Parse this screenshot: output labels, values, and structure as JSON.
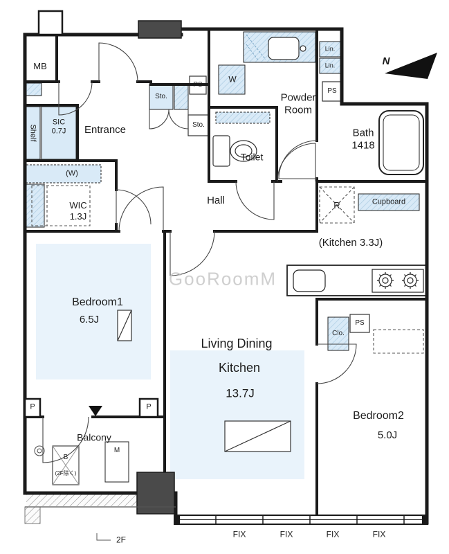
{
  "colors": {
    "wall": "#1a1a1a",
    "fixture_fill": "#d9eaf7",
    "floor_tint": "#e9f3fb",
    "shaft_fill": "#4a4a4a",
    "watermark": "#c7c7c7"
  },
  "compass": {
    "north": "N"
  },
  "watermark": "GooRoomM",
  "rooms": {
    "entrance": {
      "label": "Entrance"
    },
    "hall": {
      "label": "Hall"
    },
    "powder": {
      "line1": "Powder",
      "line2": "Room"
    },
    "toilet": {
      "label": "Toilet"
    },
    "bath": {
      "label": "Bath",
      "size": "1418"
    },
    "sic": {
      "label": "SIC",
      "size": "0.7J"
    },
    "wic": {
      "label": "WIC",
      "size": "1.3J"
    },
    "kitchen": {
      "label": "(Kitchen 3.3J)"
    },
    "bedroom1": {
      "label": "Bedroom1",
      "size": "6.5J"
    },
    "ldk": {
      "line1": "Living Dining",
      "line2": "Kitchen",
      "size": "13.7J"
    },
    "bedroom2": {
      "label": "Bedroom2",
      "size": "5.0J"
    },
    "balcony": {
      "label": "Balcony"
    }
  },
  "fixtures": {
    "mb": "MB",
    "shelf": "Shelf",
    "sto_upper": "Sto.",
    "sto_lower": "Sto.",
    "ps_entrance": "PS",
    "ps_bath": "PS",
    "ps_bedroom2": "PS",
    "washer": "W",
    "washer_alt": "(W)",
    "linen1": "Lin.",
    "linen2": "Lin.",
    "refrigerator": "R",
    "cupboard": "Cupboard",
    "closet": "Clo.",
    "pillar_left": "P",
    "pillar_right": "P",
    "balcony_b": "B",
    "balcony_b_note": "(2F除く)",
    "balcony_m": "M"
  },
  "annotations": {
    "floor": "2F",
    "windows": [
      "FIX",
      "FIX",
      "FIX",
      "FIX"
    ]
  }
}
